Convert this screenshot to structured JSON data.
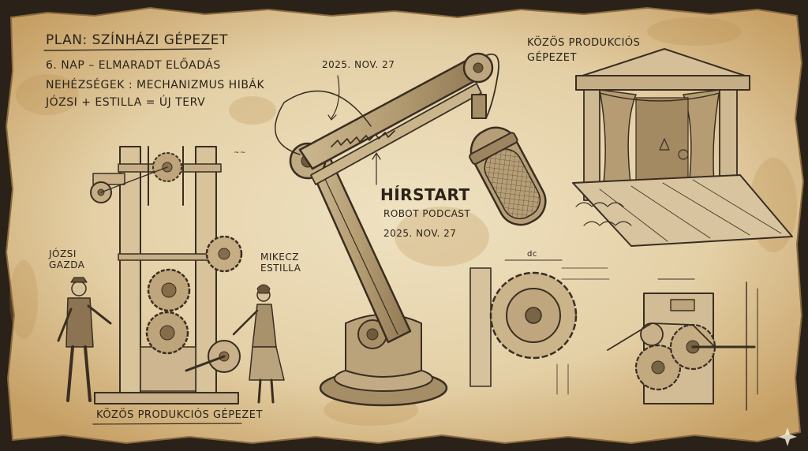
{
  "notes": {
    "line1": "PLAN: SZÍNHÁZI GÉPEZET",
    "line2": "6. NAP – ELMARADT ELŐADÁS",
    "line3": "NEHÉZSÉGEK : MECHANIZMUS HIBÁK",
    "line4": "JÓZSI + ESTILLA = ÚJ TERV"
  },
  "date_top": "2025. NOV. 27",
  "stage_title": {
    "line1": "KÖZÖS PRODUKCIÓS",
    "line2": "GÉPEZET"
  },
  "podcast": {
    "title": "HÍRSTART",
    "subtitle": "ROBOT PODCAST",
    "date": "2025. NOV. 27"
  },
  "figures": {
    "left_line1": "JÓZSI",
    "left_line2": "GAZDA",
    "right_line1": "MIKECZ",
    "right_line2": "ESTILLA"
  },
  "machine_caption": "KÖZÖS PRODUKCIÓS GÉPEZET",
  "dimension_label": "dc",
  "colors": {
    "paper": "#e9d9b6",
    "paper_dark": "#c9a46a",
    "ink": "#3a2e22"
  }
}
